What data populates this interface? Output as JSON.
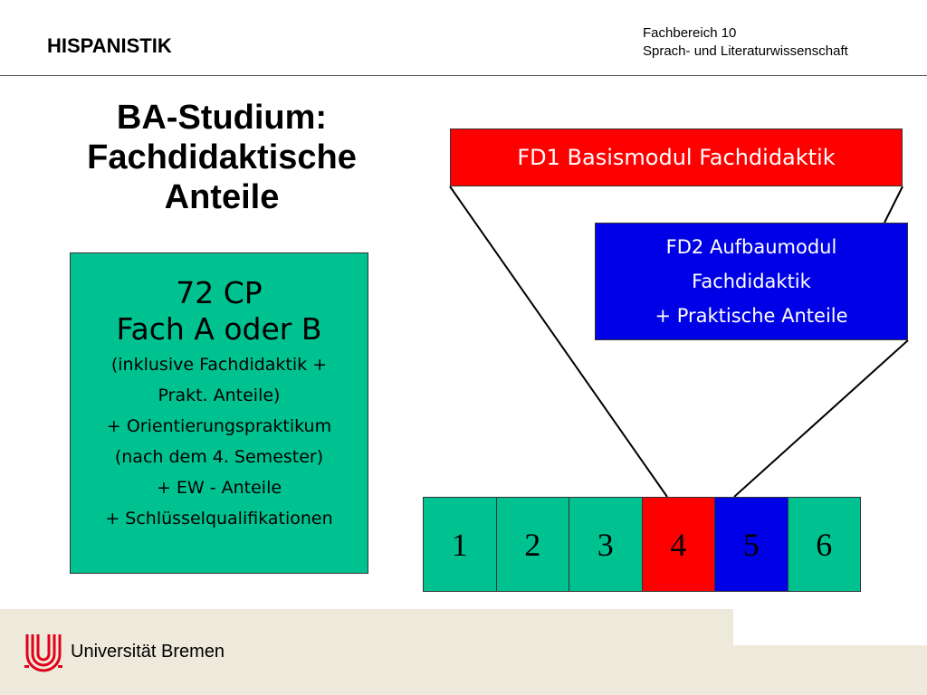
{
  "header": {
    "left_label": "HISPANISTIK",
    "department": "Fachbereich 10",
    "department_subtitle": "Sprach- und Literaturwissenschaft"
  },
  "title": {
    "line1": "BA-Studium:",
    "line2": "Fachdidaktische",
    "line3": "Anteile"
  },
  "cp_box": {
    "line1": "72 CP",
    "line2": "Fach A oder B",
    "line3": "(inklusive Fachdidaktik +",
    "line4": "Prakt. Anteile)",
    "line5": "+ Orientierungspraktikum",
    "line6": "(nach dem 4. Semester)",
    "line7": "+ EW - Anteile",
    "line8": "+ Schlüsselqualifikationen",
    "color": "#00c291"
  },
  "fd1": {
    "label": "FD1 Basismodul Fachdidaktik",
    "color": "#ff0000"
  },
  "fd2": {
    "line1": "FD2 Aufbaumodul",
    "line2": "Fachdidaktik",
    "line3": "+ Praktische Anteile",
    "color": "#0000e6"
  },
  "semesters": [
    {
      "label": "1",
      "color": "#00c291"
    },
    {
      "label": "2",
      "color": "#00c291"
    },
    {
      "label": "3",
      "color": "#00c291"
    },
    {
      "label": "4",
      "color": "#ff0000"
    },
    {
      "label": "5",
      "color": "#0000e6"
    },
    {
      "label": "6",
      "color": "#00c291"
    }
  ],
  "footer": {
    "university": "Universität Bremen",
    "logo_icon": "university-bremen-logo-icon",
    "logo_color": "#e2001a"
  }
}
